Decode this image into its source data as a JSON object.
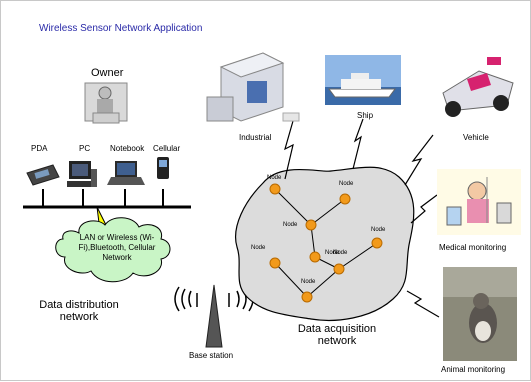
{
  "title": "Wireless Sensor Network Application",
  "owner": "Owner",
  "devices": {
    "pda": "PDA",
    "pc": "PC",
    "notebook": "Notebook",
    "cellular": "Cellular"
  },
  "cloud_text": "LAN or Wireless (Wi-Fi),Bluetooth, Cellular Network",
  "data_distribution": "Data distribution network",
  "base_station": "Base station",
  "data_acquisition": "Data acquisition network",
  "node_label": "Node",
  "applications": {
    "industrial": "Industrial",
    "ship": "Ship",
    "vehicle": "Vehicle",
    "medical": "Medical monitoring",
    "animal": "Animal monitoring"
  },
  "colors": {
    "title": "#2a2aa8",
    "node_fill": "#f29a1b",
    "cloud_fill": "#c9f5c6",
    "lightning": "#ffff00"
  }
}
